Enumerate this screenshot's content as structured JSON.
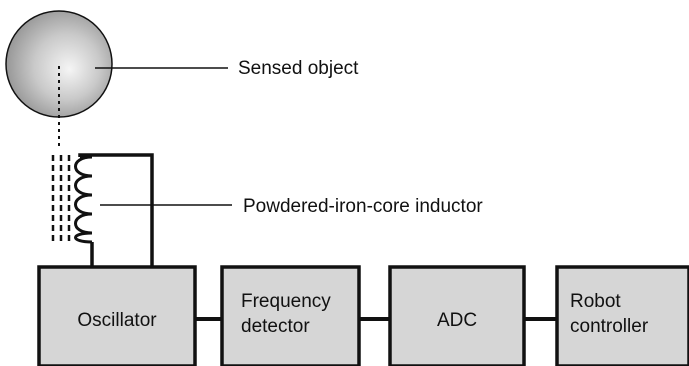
{
  "labels": {
    "sensed_object": "Sensed object",
    "inductor": "Powdered-iron-core inductor"
  },
  "blocks": [
    {
      "id": "oscillator",
      "lines": [
        "Oscillator"
      ]
    },
    {
      "id": "frequency-detector",
      "lines": [
        "Frequency",
        "detector"
      ]
    },
    {
      "id": "adc",
      "lines": [
        "ADC"
      ]
    },
    {
      "id": "robot-controller",
      "lines": [
        "Robot",
        "controller"
      ]
    }
  ],
  "colors": {
    "block_fill": "#d6d6d6",
    "stroke": "#111111",
    "sphere_highlight": "#f4f4f4",
    "sphere_shadow": "#8a8a8a"
  }
}
